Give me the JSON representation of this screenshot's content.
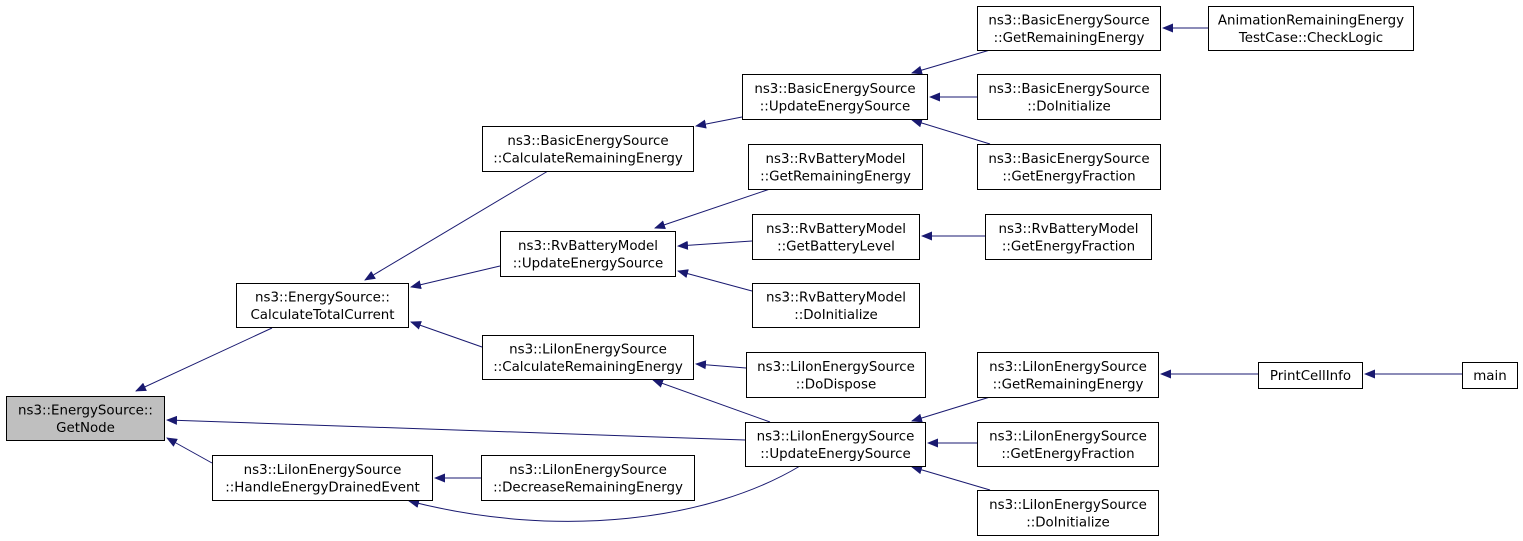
{
  "diagram": {
    "type": "call-graph",
    "edge_color": "#191970",
    "highlight_color": "#bfbfbf",
    "nodes": [
      {
        "id": "getnode",
        "lines": [
          "ns3::EnergySource::",
          "GetNode"
        ],
        "highlighted": true
      },
      {
        "id": "calc_total_current",
        "lines": [
          "ns3::EnergySource::",
          "CalculateTotalCurrent"
        ]
      },
      {
        "id": "handle_drained",
        "lines": [
          "ns3::LiIonEnergySource",
          "::HandleEnergyDrainedEvent"
        ]
      },
      {
        "id": "basic_calc_remaining",
        "lines": [
          "ns3::BasicEnergySource",
          "::CalculateRemainingEnergy"
        ]
      },
      {
        "id": "rv_update",
        "lines": [
          "ns3::RvBatteryModel",
          "::UpdateEnergySource"
        ]
      },
      {
        "id": "liion_calc_remaining",
        "lines": [
          "ns3::LiIonEnergySource",
          "::CalculateRemainingEnergy"
        ]
      },
      {
        "id": "liion_decrease",
        "lines": [
          "ns3::LiIonEnergySource",
          "::DecreaseRemainingEnergy"
        ]
      },
      {
        "id": "basic_update",
        "lines": [
          "ns3::BasicEnergySource",
          "::UpdateEnergySource"
        ]
      },
      {
        "id": "rv_get_remaining",
        "lines": [
          "ns3::RvBatteryModel",
          "::GetRemainingEnergy"
        ]
      },
      {
        "id": "rv_get_battery_level",
        "lines": [
          "ns3::RvBatteryModel",
          "::GetBatteryLevel"
        ]
      },
      {
        "id": "rv_do_initialize",
        "lines": [
          "ns3::RvBatteryModel",
          "::DoInitialize"
        ]
      },
      {
        "id": "liion_do_dispose",
        "lines": [
          "ns3::LiIonEnergySource",
          "::DoDispose"
        ]
      },
      {
        "id": "liion_update",
        "lines": [
          "ns3::LiIonEnergySource",
          "::UpdateEnergySource"
        ]
      },
      {
        "id": "basic_get_remaining",
        "lines": [
          "ns3::BasicEnergySource",
          "::GetRemainingEnergy"
        ]
      },
      {
        "id": "basic_do_initialize",
        "lines": [
          "ns3::BasicEnergySource",
          "::DoInitialize"
        ]
      },
      {
        "id": "basic_get_fraction",
        "lines": [
          "ns3::BasicEnergySource",
          "::GetEnergyFraction"
        ]
      },
      {
        "id": "rv_get_fraction",
        "lines": [
          "ns3::RvBatteryModel",
          "::GetEnergyFraction"
        ]
      },
      {
        "id": "liion_get_remaining",
        "lines": [
          "ns3::LiIonEnergySource",
          "::GetRemainingEnergy"
        ]
      },
      {
        "id": "liion_get_fraction",
        "lines": [
          "ns3::LiIonEnergySource",
          "::GetEnergyFraction"
        ]
      },
      {
        "id": "liion_do_initialize",
        "lines": [
          "ns3::LiIonEnergySource",
          "::DoInitialize"
        ]
      },
      {
        "id": "anim_check_logic",
        "lines": [
          "AnimationRemainingEnergy",
          "TestCase::CheckLogic"
        ]
      },
      {
        "id": "print_cell_info",
        "lines": [
          "PrintCellInfo"
        ]
      },
      {
        "id": "main",
        "lines": [
          "main"
        ]
      }
    ],
    "edges": [
      {
        "from": "calc_total_current",
        "to": "getnode"
      },
      {
        "from": "liion_update",
        "to": "getnode"
      },
      {
        "from": "handle_drained",
        "to": "getnode"
      },
      {
        "from": "basic_calc_remaining",
        "to": "calc_total_current"
      },
      {
        "from": "rv_update",
        "to": "calc_total_current"
      },
      {
        "from": "liion_calc_remaining",
        "to": "calc_total_current"
      },
      {
        "from": "liion_decrease",
        "to": "handle_drained"
      },
      {
        "from": "liion_update",
        "to": "handle_drained"
      },
      {
        "from": "basic_update",
        "to": "basic_calc_remaining"
      },
      {
        "from": "rv_get_remaining",
        "to": "rv_update"
      },
      {
        "from": "rv_get_battery_level",
        "to": "rv_update"
      },
      {
        "from": "rv_do_initialize",
        "to": "rv_update"
      },
      {
        "from": "liion_do_dispose",
        "to": "liion_calc_remaining"
      },
      {
        "from": "liion_update",
        "to": "liion_calc_remaining"
      },
      {
        "from": "basic_get_remaining",
        "to": "basic_update"
      },
      {
        "from": "basic_do_initialize",
        "to": "basic_update"
      },
      {
        "from": "basic_get_fraction",
        "to": "basic_update"
      },
      {
        "from": "rv_get_fraction",
        "to": "rv_get_battery_level"
      },
      {
        "from": "liion_get_remaining",
        "to": "liion_update"
      },
      {
        "from": "liion_get_fraction",
        "to": "liion_update"
      },
      {
        "from": "liion_do_initialize",
        "to": "liion_update"
      },
      {
        "from": "anim_check_logic",
        "to": "basic_get_remaining"
      },
      {
        "from": "print_cell_info",
        "to": "liion_get_remaining"
      },
      {
        "from": "main",
        "to": "print_cell_info"
      }
    ]
  }
}
